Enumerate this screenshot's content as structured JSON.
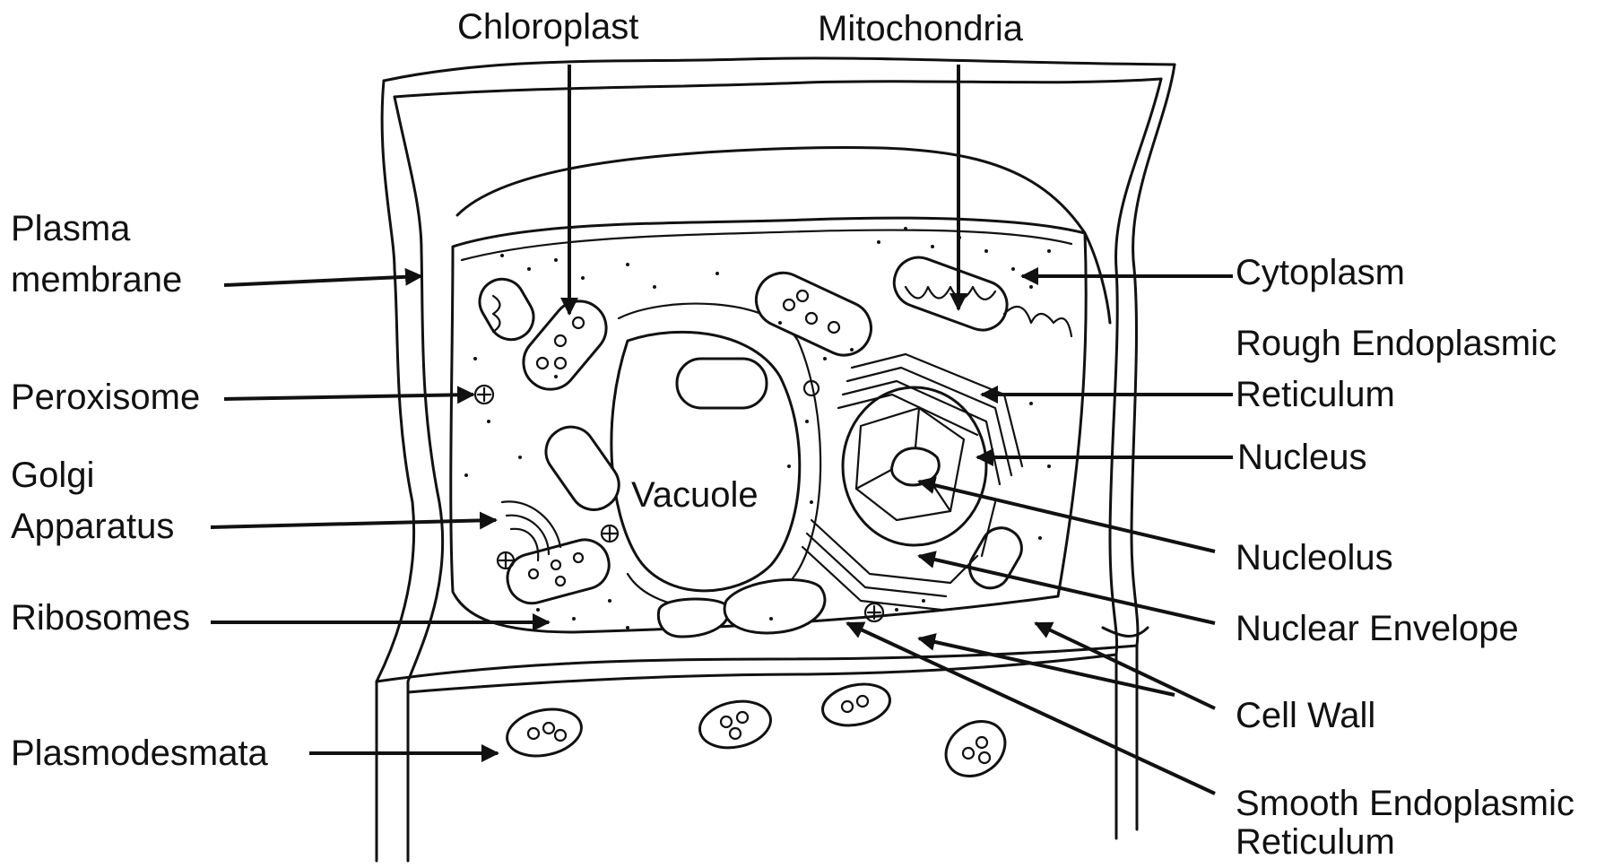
{
  "labels": {
    "chloroplast": "Chloroplast",
    "mitochondria": "Mitochondria",
    "plasma_membrane_line1": "Plasma",
    "plasma_membrane_line2": "membrane",
    "cytoplasm": "Cytoplasm",
    "rough_er_line1": "Rough Endoplasmic",
    "rough_er_line2": "Reticulum",
    "peroxisome": "Peroxisome",
    "nucleus": "Nucleus",
    "golgi_line1": "Golgi",
    "golgi_line2": "Apparatus",
    "vacuole": "Vacuole",
    "nucleolus": "Nucleolus",
    "ribosomes": "Ribosomes",
    "nuclear_envelope": "Nuclear Envelope",
    "cell_wall": "Cell Wall",
    "plasmodesmata": "Plasmodesmata",
    "smooth_er_line1": "Smooth Endoplasmic",
    "smooth_er_line2": "Reticulum"
  }
}
